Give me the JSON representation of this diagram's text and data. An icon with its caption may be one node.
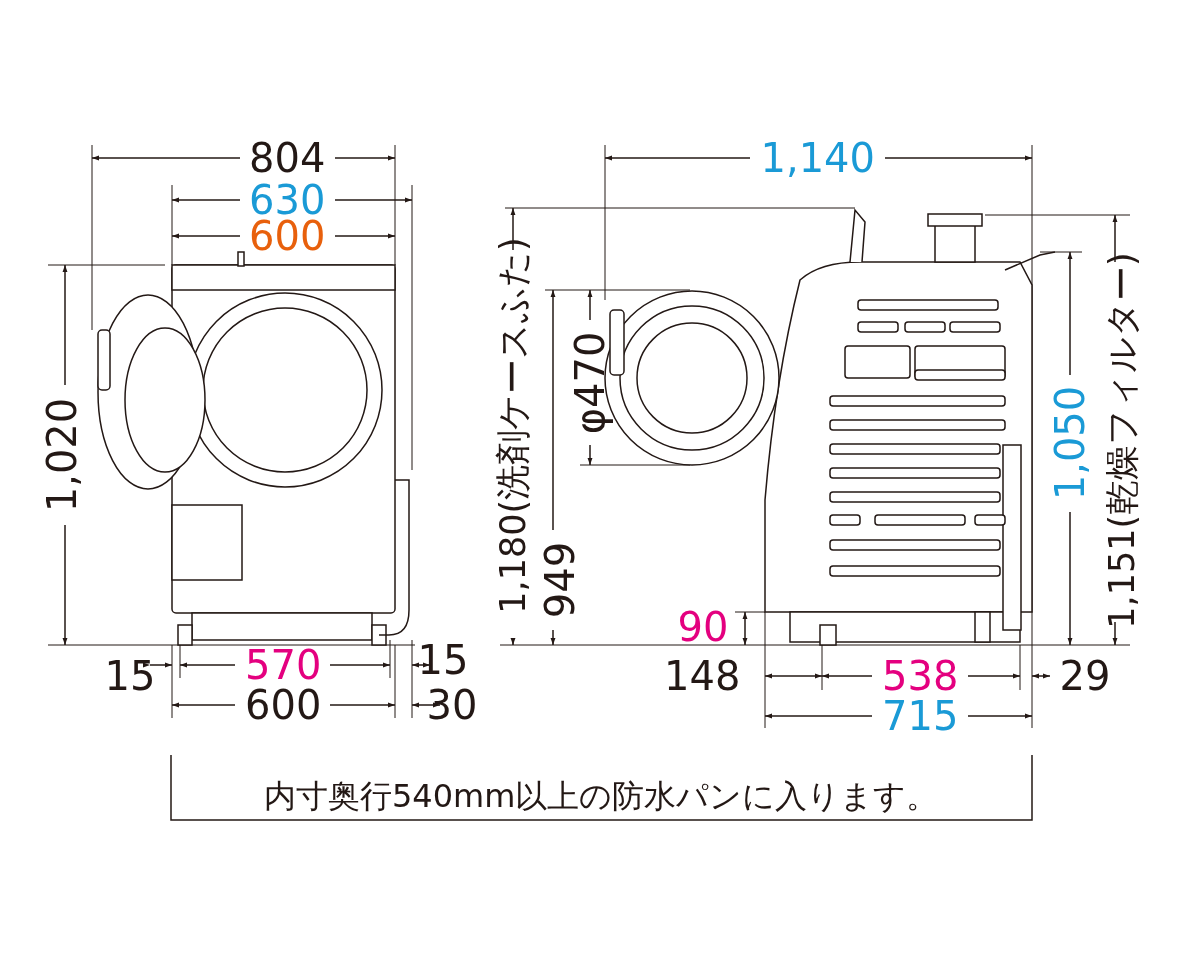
{
  "diagram": {
    "caption": "内寸奥行540mm以上の防水パンに入ります。",
    "labels": [
      "804",
      "630",
      "600",
      "1,020",
      "15",
      "570",
      "15",
      "600",
      "30",
      "1,140",
      "1,180(洗剤ケースふた)",
      "949",
      "φ470",
      "90",
      "148",
      "538",
      "29",
      "715",
      "1,050",
      "1,151(乾燥フィルター)"
    ]
  }
}
